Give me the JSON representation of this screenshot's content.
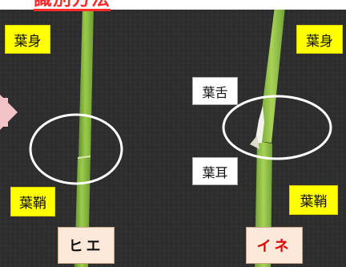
{
  "title": "識別方法",
  "left_panel": {
    "blade_label": "葉身",
    "sheath_label": "葉鞘",
    "species_name": "ヒエ"
  },
  "right_panel": {
    "blade_label": "葉身",
    "ligule_label": "葉舌",
    "auricle_label": "葉耳",
    "sheath_label": "葉鞘",
    "species_name": "イネ"
  },
  "colors": {
    "highlight_label": "#ffff00",
    "title_red": "#ff2b2b",
    "ine_red": "#e00000",
    "background": "#2b2b2b",
    "stem_green": "#8cbf3a"
  }
}
